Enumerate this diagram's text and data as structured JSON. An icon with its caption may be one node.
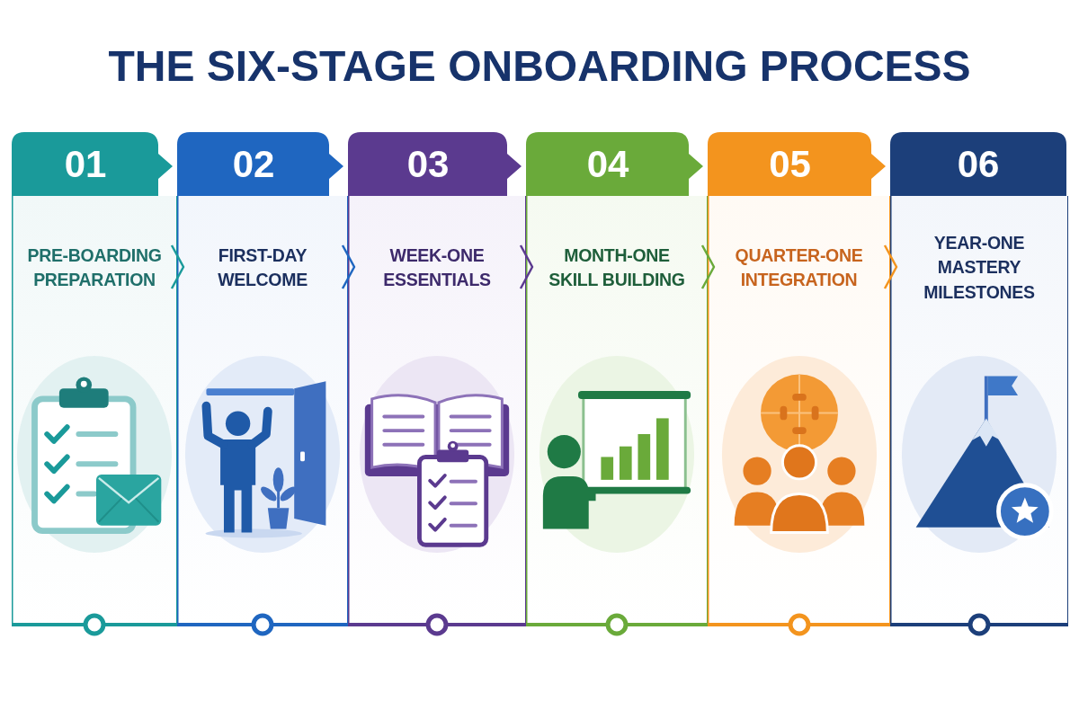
{
  "diagram": {
    "title": "THE SIX-STAGE ONBOARDING PROCESS",
    "nodes": [
      {
        "text": [
          "01",
          "PRE-BOARDING PREPARATION"
        ]
      },
      {
        "text": [
          "02",
          "FIRST-DAY WELCOME"
        ]
      },
      {
        "text": [
          "03",
          "WEEK-ONE ESSENTIALS"
        ]
      },
      {
        "text": [
          "04",
          "MONTH-ONE SKILL BUILDING"
        ]
      },
      {
        "text": [
          "05",
          "QUARTER-ONE INTEGRATION"
        ]
      },
      {
        "text": [
          "06",
          "YEAR-ONE MASTERY MILESTONES"
        ]
      }
    ],
    "edges": [
      {
        "from": 0,
        "to": 1,
        "arrow": "to",
        "color": "#1a9a9a"
      },
      {
        "from": 1,
        "to": 2,
        "arrow": "to",
        "color": "#1f66c0"
      },
      {
        "from": 2,
        "to": 3,
        "arrow": "to",
        "color": "#5b3a8f"
      },
      {
        "from": 3,
        "to": 4,
        "arrow": "to",
        "color": "#6aaa3a"
      },
      {
        "from": 4,
        "to": 5,
        "arrow": "to",
        "color": "#f3941e"
      }
    ]
  }
}
